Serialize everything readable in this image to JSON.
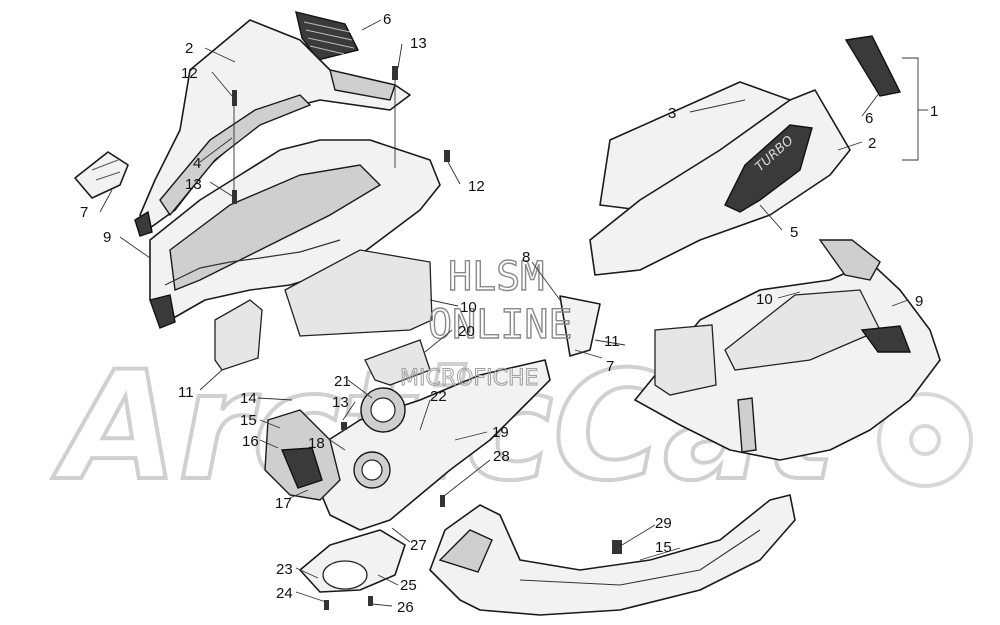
{
  "callouts": {
    "c1": "1",
    "c2a": "2",
    "c2b": "2",
    "c3": "3",
    "c4": "4",
    "c5": "5",
    "c6a": "6",
    "c6b": "6",
    "c7a": "7",
    "c7b": "7",
    "c8": "8",
    "c9a": "9",
    "c9b": "9",
    "c10a": "10",
    "c10b": "10",
    "c11a": "11",
    "c11b": "11",
    "c12a": "12",
    "c12b": "12",
    "c13a": "13",
    "c13b": "13",
    "c13c": "13",
    "c14": "14",
    "c15a": "15",
    "c15b": "15",
    "c16": "16",
    "c17": "17",
    "c18": "18",
    "c19": "19",
    "c20": "20",
    "c21": "21",
    "c22": "22",
    "c23": "23",
    "c24": "24",
    "c25": "25",
    "c26": "26",
    "c27": "27",
    "c28": "28",
    "c29": "29"
  },
  "watermark": {
    "line1": "HLSM",
    "line2": "ONLINE",
    "line3": "MICROFICHE",
    "brand": "ArcticCat"
  },
  "decal_text": "TURBO",
  "colors": {
    "outline": "#1a1a1a",
    "panel": "#f2f2f2",
    "decal": "#3a3a3a",
    "watermark": "#d0d0d0"
  }
}
